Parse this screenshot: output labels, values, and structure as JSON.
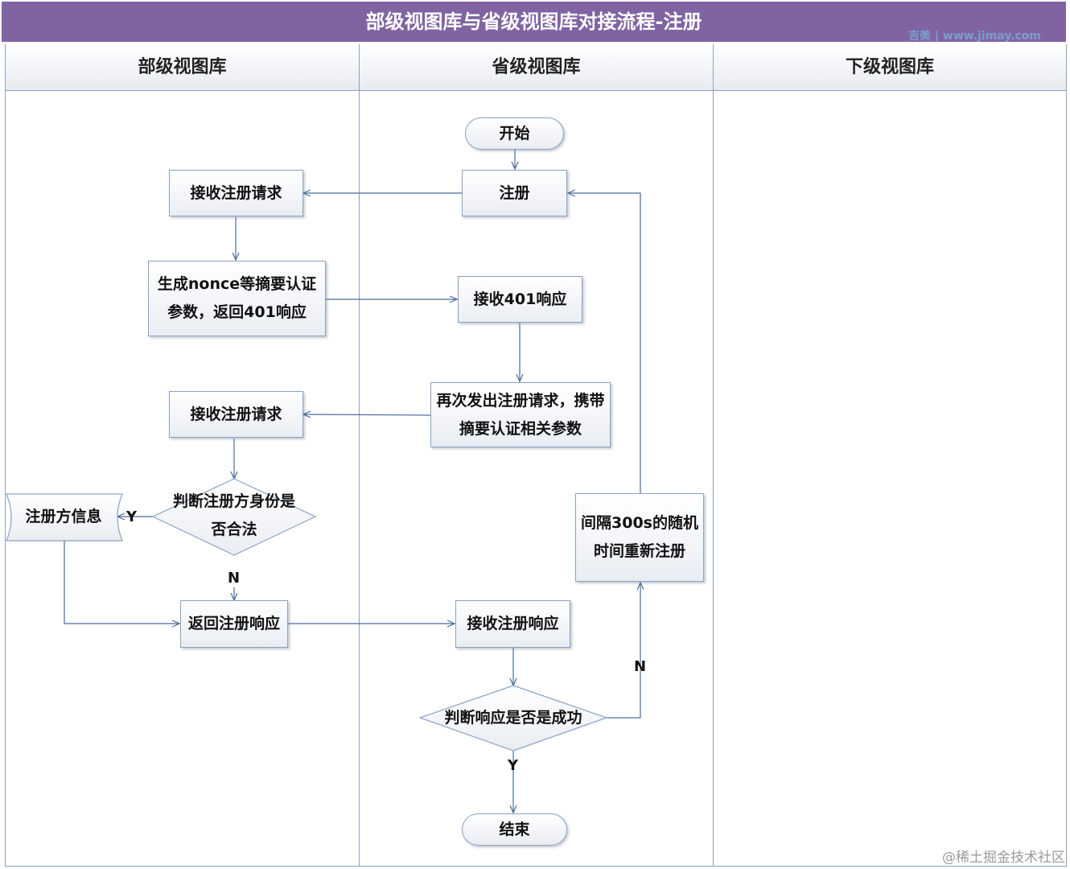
{
  "title": "部级视图库与省级视图库对接流程-注册",
  "watermark_top": "吉美 | www.jimay.com",
  "lanes": [
    "部级视图库",
    "省级视图库",
    "下级视图库"
  ],
  "nodes": {
    "start": "开始",
    "register": "注册",
    "recv_reg_1": "接收注册请求",
    "gen_nonce": "生成nonce等摘要认证参数，返回401响应",
    "recv_401": "接收401响应",
    "resend": "再次发出注册请求，携带摘要认证相关参数",
    "recv_reg_2": "接收注册请求",
    "judge_identity": "判断注册方身份是否合法",
    "reg_info": "注册方信息",
    "return_resp": "返回注册响应",
    "recv_resp": "接收注册响应",
    "judge_success": "判断响应是否是成功",
    "retry": "间隔300s的随机时间重新注册",
    "end": "结束"
  },
  "labels": {
    "y1": "Y",
    "n1": "N",
    "n2": "N",
    "y2": "Y"
  },
  "watermark_bottom": "@稀土掘金技术社区"
}
